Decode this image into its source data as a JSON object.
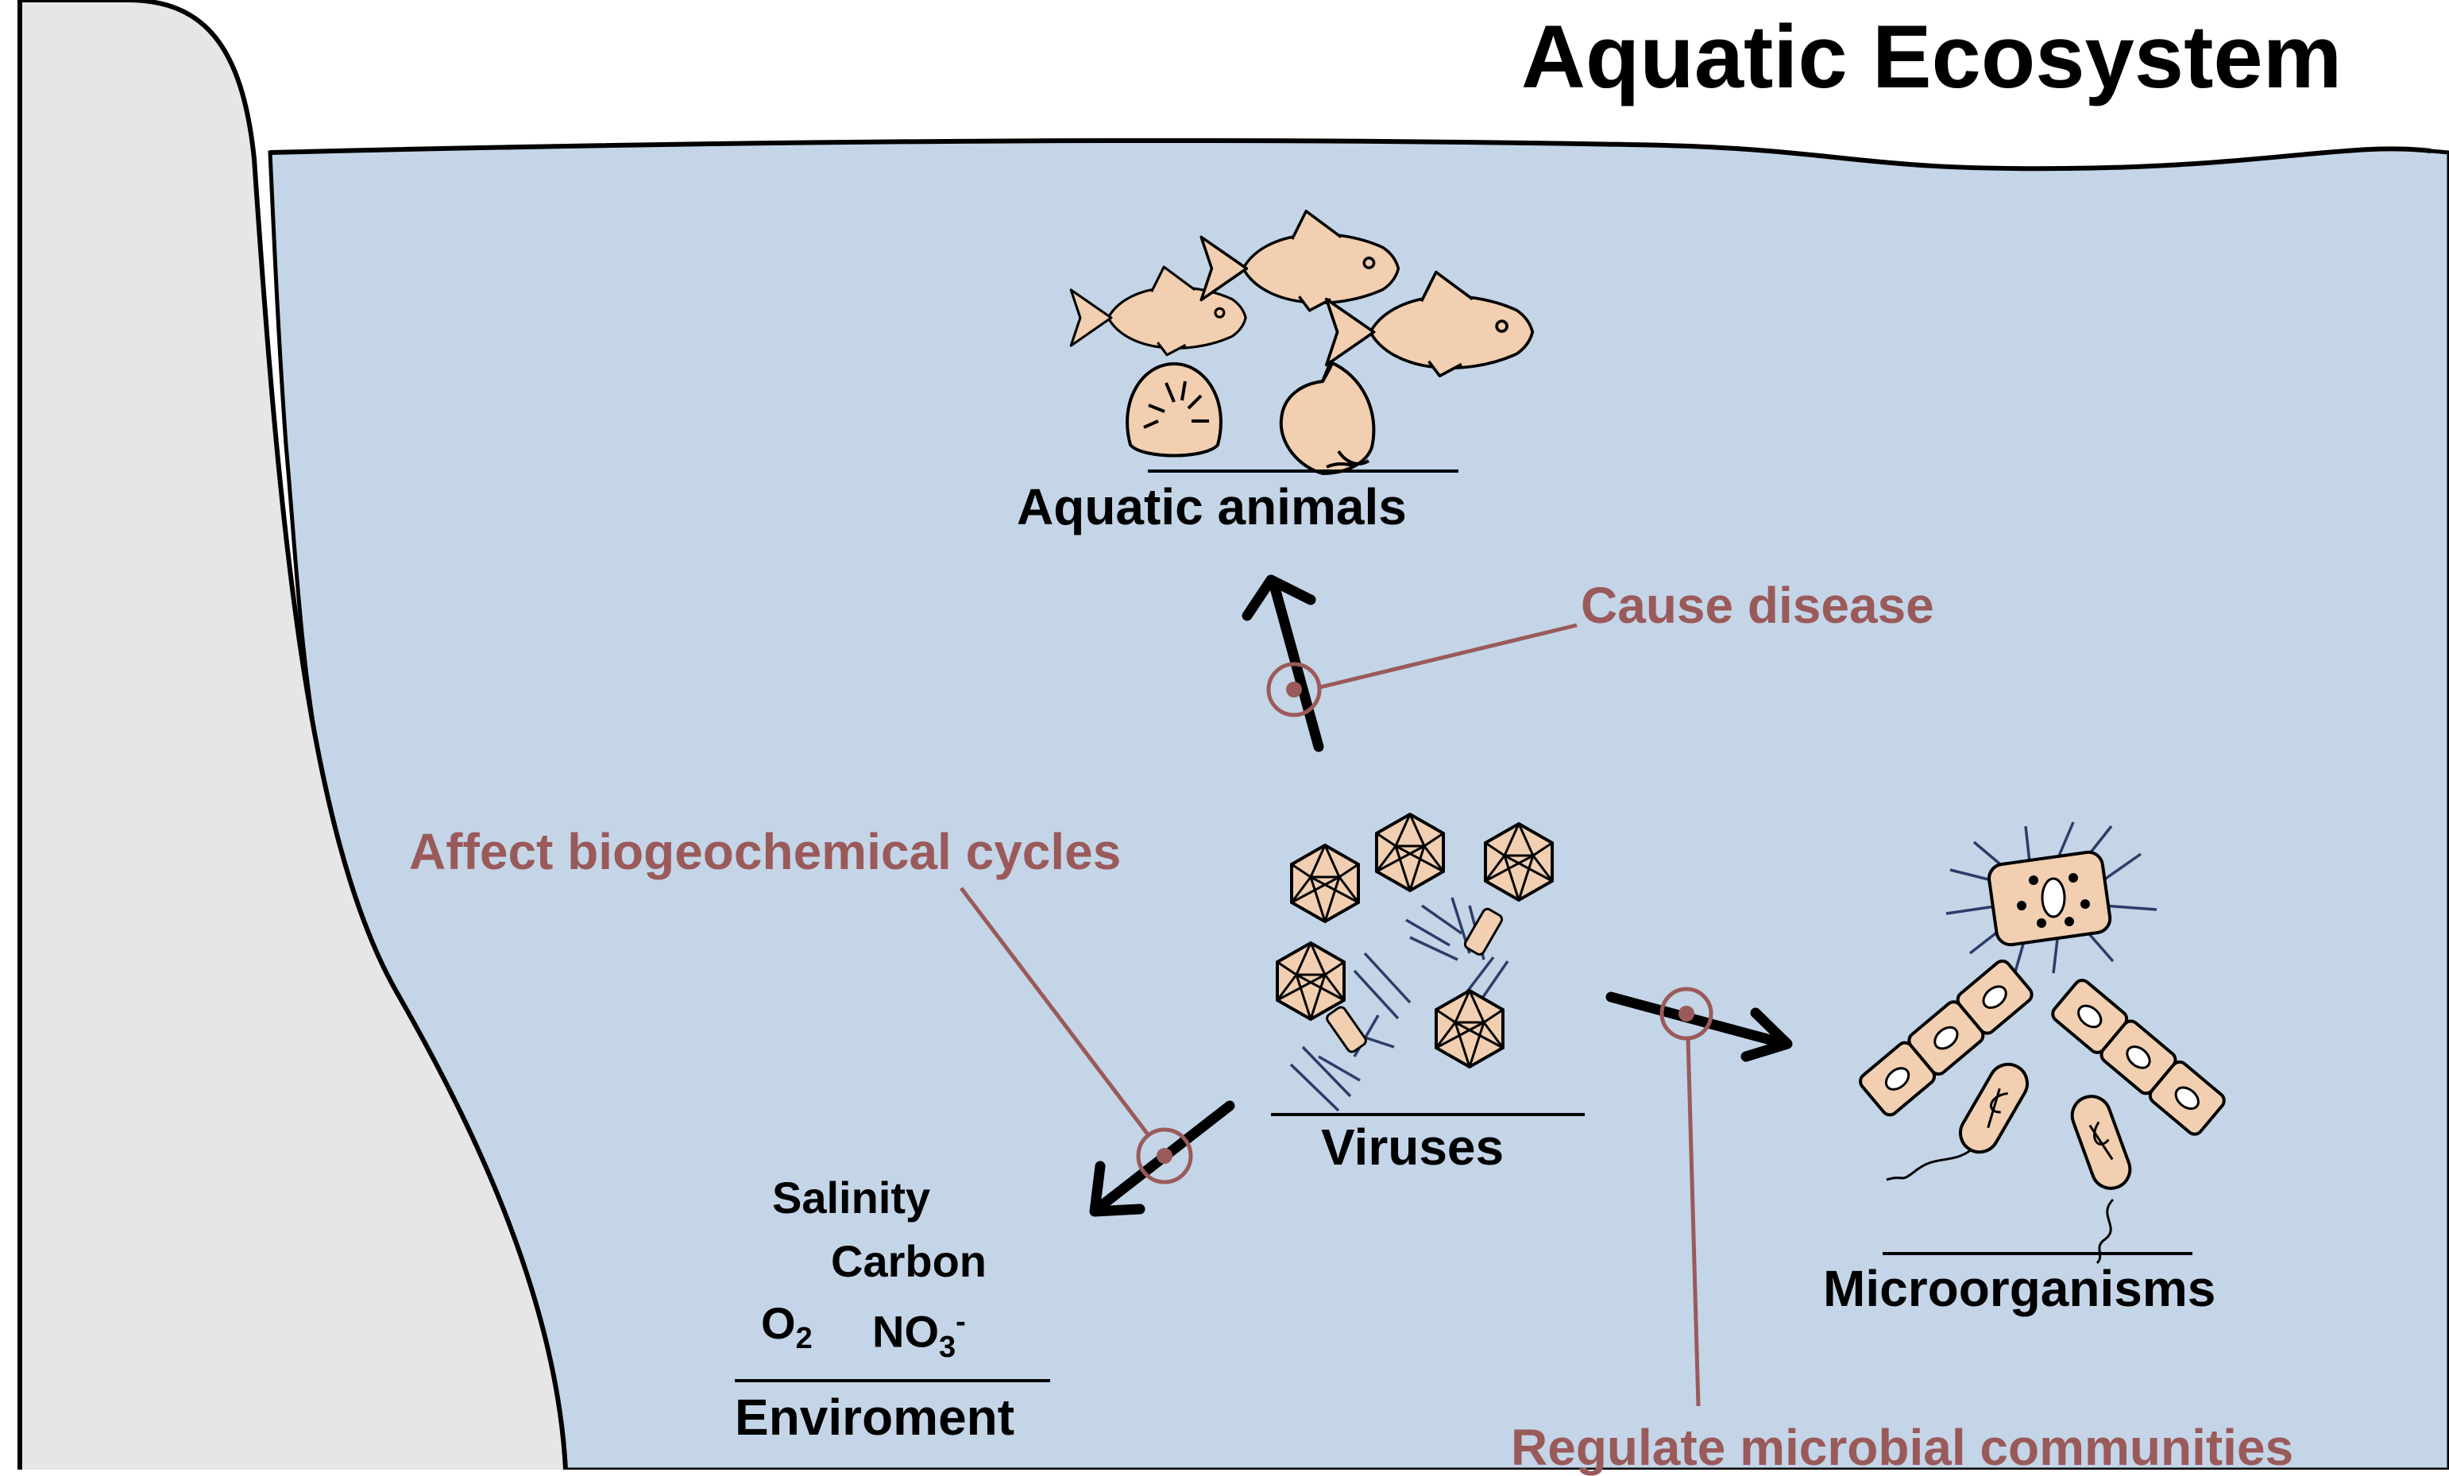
{
  "title": "Aquatic Ecosystem",
  "groups": {
    "animals": "Aquatic animals",
    "viruses": "Viruses",
    "microorganisms": "Microorganisms",
    "environment": "Enviroment"
  },
  "environment_factors": {
    "salinity": "Salinity",
    "carbon": "Carbon",
    "oxygen_base": "O",
    "oxygen_sub": "2",
    "nitrate_base": "NO",
    "nitrate_sub": "3",
    "nitrate_sup": "-"
  },
  "effects": {
    "disease": "Cause disease",
    "biogeochemical": "Affect biogeochemical cycles",
    "microbial": "Regulate microbial communities"
  },
  "colors": {
    "water": "#c4d5e7",
    "land": "#e6e6e6",
    "organism_fill": "#f1cfb0",
    "annotation": "#9a5a5a",
    "virus_tail": "#2e3c6a"
  }
}
